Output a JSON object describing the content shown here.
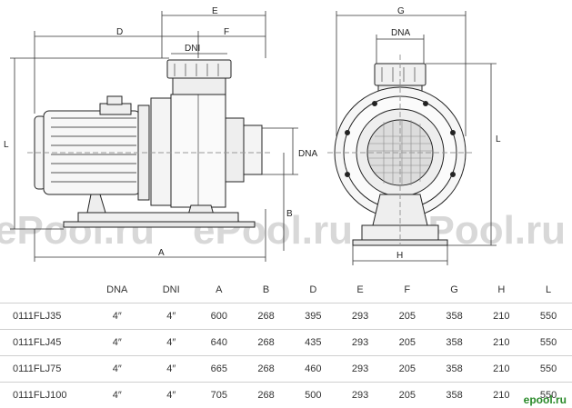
{
  "watermarks": [
    "ePool.ru",
    "ePool.ru",
    "ePool.ru"
  ],
  "dimension_labels": {
    "E": "E",
    "D": "D",
    "F": "F",
    "DNI": "DNI",
    "L_left": "L",
    "DNA_side": "DNA",
    "B": "B",
    "A": "A",
    "G": "G",
    "DNA_top": "DNA",
    "L_right": "L",
    "H": "H"
  },
  "table": {
    "headers": [
      "",
      "DNA",
      "DNI",
      "A",
      "B",
      "D",
      "E",
      "F",
      "G",
      "H",
      "L"
    ],
    "rows": [
      [
        "0111FLJ35",
        "4″",
        "4″",
        "600",
        "268",
        "395",
        "293",
        "205",
        "358",
        "210",
        "550"
      ],
      [
        "0111FLJ45",
        "4″",
        "4″",
        "640",
        "268",
        "435",
        "293",
        "205",
        "358",
        "210",
        "550"
      ],
      [
        "0111FLJ75",
        "4″",
        "4″",
        "665",
        "268",
        "460",
        "293",
        "205",
        "358",
        "210",
        "550"
      ],
      [
        "0111FLJ100",
        "4″",
        "4″",
        "705",
        "268",
        "500",
        "293",
        "205",
        "358",
        "210",
        "550"
      ]
    ]
  },
  "brand": "epool.ru"
}
